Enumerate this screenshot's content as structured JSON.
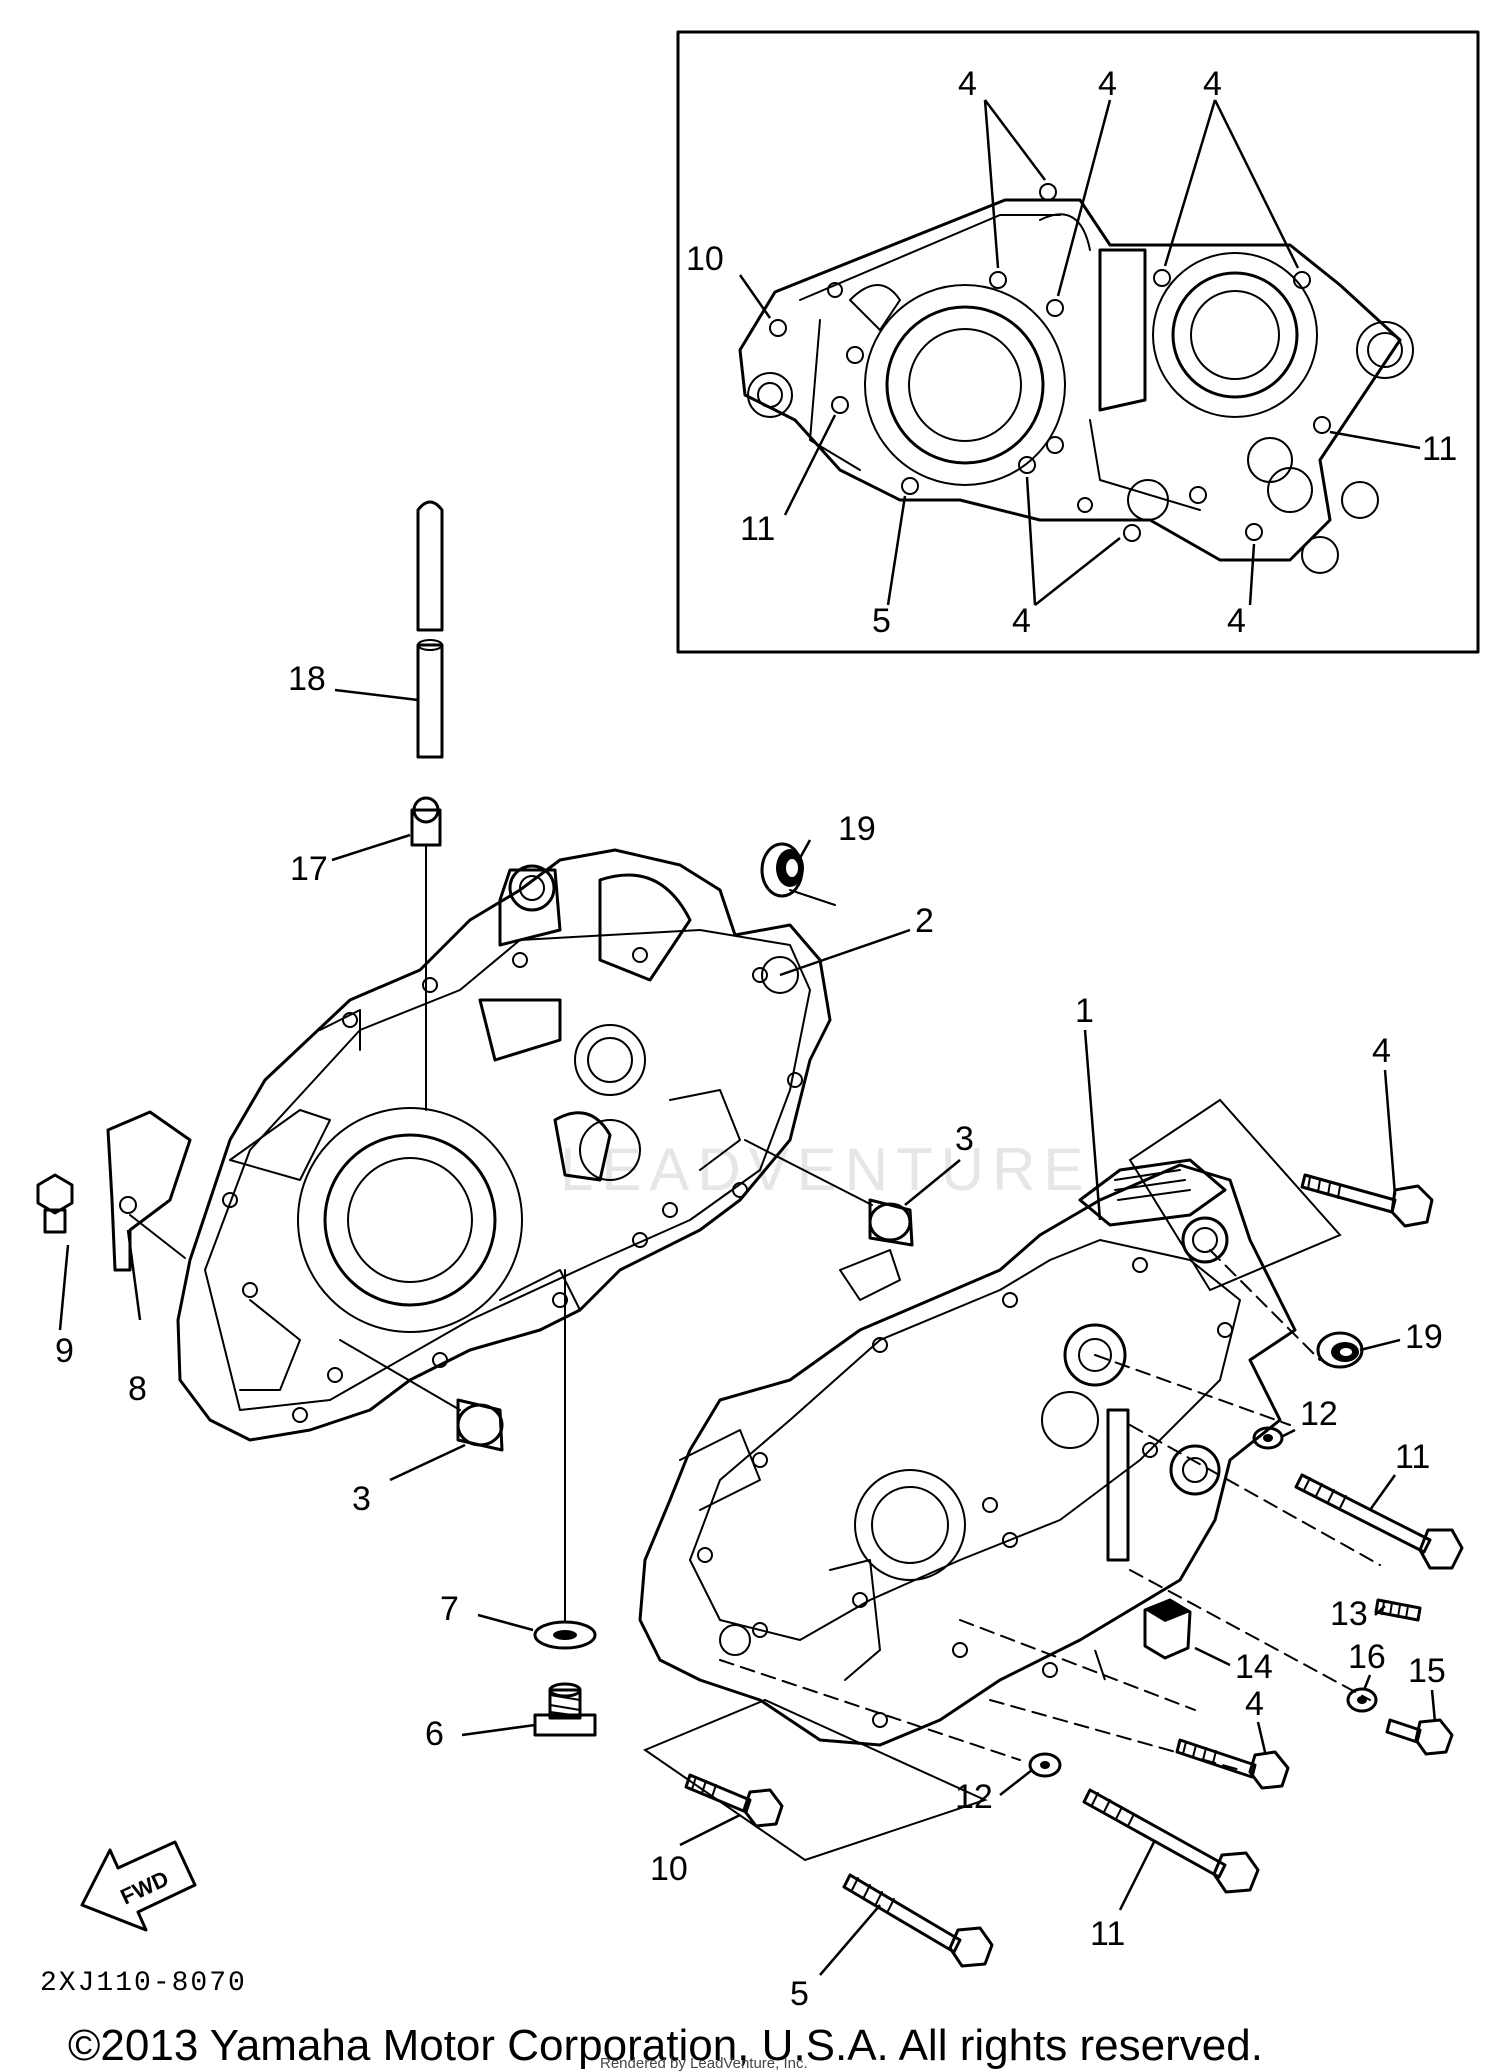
{
  "diagram": {
    "part_code": "2XJ110-8070",
    "copyright": "©2013 Yamaha Motor Corporation, U.S.A. All rights reserved.",
    "rendered_by": "Rendered by LeadVenture, Inc.",
    "watermark": "LEADVENTURE",
    "fwd_label": "FWD"
  },
  "inset_callouts": [
    {
      "id": "i4a",
      "label": "4"
    },
    {
      "id": "i4b",
      "label": "4"
    },
    {
      "id": "i4c",
      "label": "4"
    },
    {
      "id": "i10",
      "label": "10"
    },
    {
      "id": "i11a",
      "label": "11"
    },
    {
      "id": "i11b",
      "label": "11"
    },
    {
      "id": "i5",
      "label": "5"
    },
    {
      "id": "i4d",
      "label": "4"
    },
    {
      "id": "i4e",
      "label": "4"
    }
  ],
  "callouts": [
    {
      "id": "c18",
      "label": "18"
    },
    {
      "id": "c17",
      "label": "17"
    },
    {
      "id": "c19a",
      "label": "19"
    },
    {
      "id": "c2",
      "label": "2"
    },
    {
      "id": "c1",
      "label": "1"
    },
    {
      "id": "c4a",
      "label": "4"
    },
    {
      "id": "c3a",
      "label": "3"
    },
    {
      "id": "c9",
      "label": "9"
    },
    {
      "id": "c8",
      "label": "8"
    },
    {
      "id": "c3b",
      "label": "3"
    },
    {
      "id": "c19b",
      "label": "19"
    },
    {
      "id": "c12a",
      "label": "12"
    },
    {
      "id": "c11a",
      "label": "11"
    },
    {
      "id": "c13",
      "label": "13"
    },
    {
      "id": "c7",
      "label": "7"
    },
    {
      "id": "c16",
      "label": "16"
    },
    {
      "id": "c15",
      "label": "15"
    },
    {
      "id": "c14",
      "label": "14"
    },
    {
      "id": "c6",
      "label": "6"
    },
    {
      "id": "c4b",
      "label": "4"
    },
    {
      "id": "c12b",
      "label": "12"
    },
    {
      "id": "c10",
      "label": "10"
    },
    {
      "id": "c11b",
      "label": "11"
    },
    {
      "id": "c5",
      "label": "5"
    }
  ]
}
